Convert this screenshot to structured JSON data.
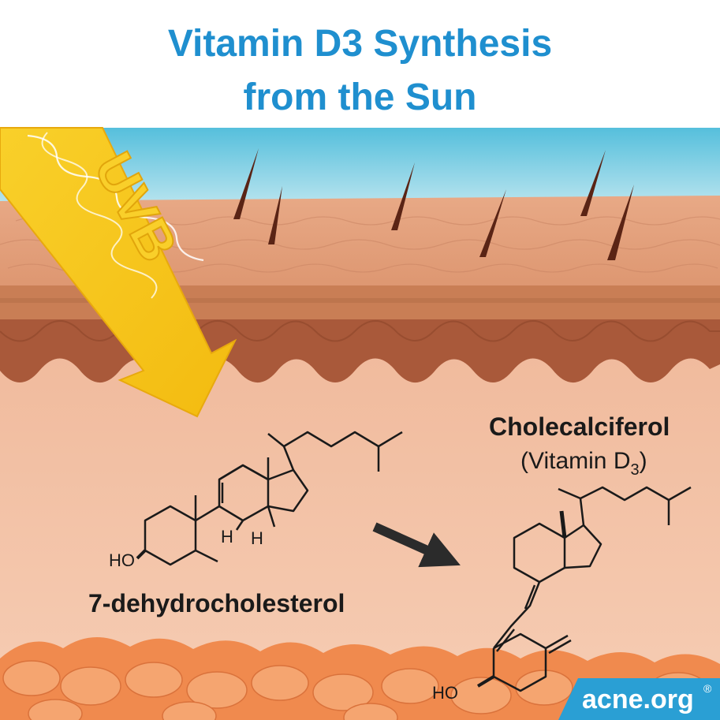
{
  "title": {
    "line1": "Vitamin D3 Synthesis",
    "line2": "from the Sun"
  },
  "uvb": {
    "label": "UVB"
  },
  "molecules": {
    "reactant": {
      "name": "7-dehydrocholesterol",
      "ho": "HO",
      "h1": "H",
      "h2": "H"
    },
    "product": {
      "name": "Cholecalciferol",
      "subtitle_prefix": "(Vitamin D",
      "subtitle_sub": "3",
      "subtitle_suffix": ")",
      "ho": "HO"
    }
  },
  "brand": {
    "name": "acne.org",
    "mark": "®"
  },
  "colors": {
    "title": "#1f8fcf",
    "sky": "#7fcde0",
    "epidermis": "#e7a47f",
    "dermis": "#f3c4a8",
    "fat": "#f08a4e",
    "uvb": "#f7c61a",
    "brand_bg": "#2a9fd4"
  }
}
